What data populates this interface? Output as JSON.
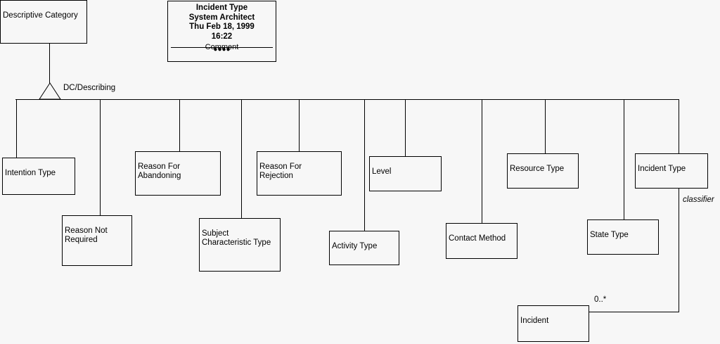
{
  "diagram": {
    "type": "uml-class-diagram",
    "background_color": "#f7f7f7",
    "line_color": "#000000",
    "title_block": {
      "name": "Incident Type",
      "author": "System Architect",
      "date": "Thu Feb 18, 1999",
      "time": "16:22",
      "comment_label": "Comment",
      "comment_dots": "●●●●"
    },
    "superclass": {
      "name": "Descriptive Category"
    },
    "generalization": {
      "label": "DC/Describing"
    },
    "subclasses": [
      {
        "name": "Intention Type"
      },
      {
        "name": "Reason Not\nRequired"
      },
      {
        "name": "Reason For\nAbandoning"
      },
      {
        "name": "Subject\nCharacteristic Type"
      },
      {
        "name": "Reason For\nRejection"
      },
      {
        "name": "Activity Type"
      },
      {
        "name": "Level"
      },
      {
        "name": "Contact Method"
      },
      {
        "name": "Resource Type"
      },
      {
        "name": "State Type"
      },
      {
        "name": "Incident Type"
      }
    ],
    "association": {
      "source": "Incident Type",
      "target": "Incident",
      "role_label": "classifier",
      "multiplicity": "0..*"
    },
    "other_classes": [
      {
        "name": "Incident"
      }
    ]
  }
}
